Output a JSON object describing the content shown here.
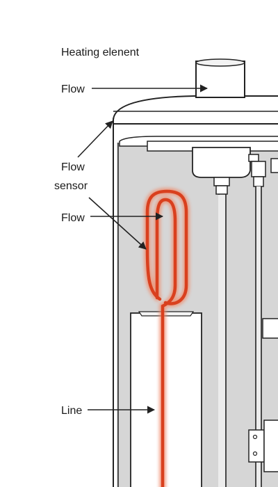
{
  "labels": {
    "heating": "Heating elenent",
    "flow_top": "Flow",
    "flow_mid_1": "Flow",
    "flow_mid_2": "sensor",
    "flow_coil": "Flow",
    "line": "Line"
  },
  "colors": {
    "coil": "#d9401e",
    "coil_glow": "#f08a6a",
    "tank_interior": "#d6d6d6",
    "outline": "#222222",
    "background": "#ffffff"
  }
}
